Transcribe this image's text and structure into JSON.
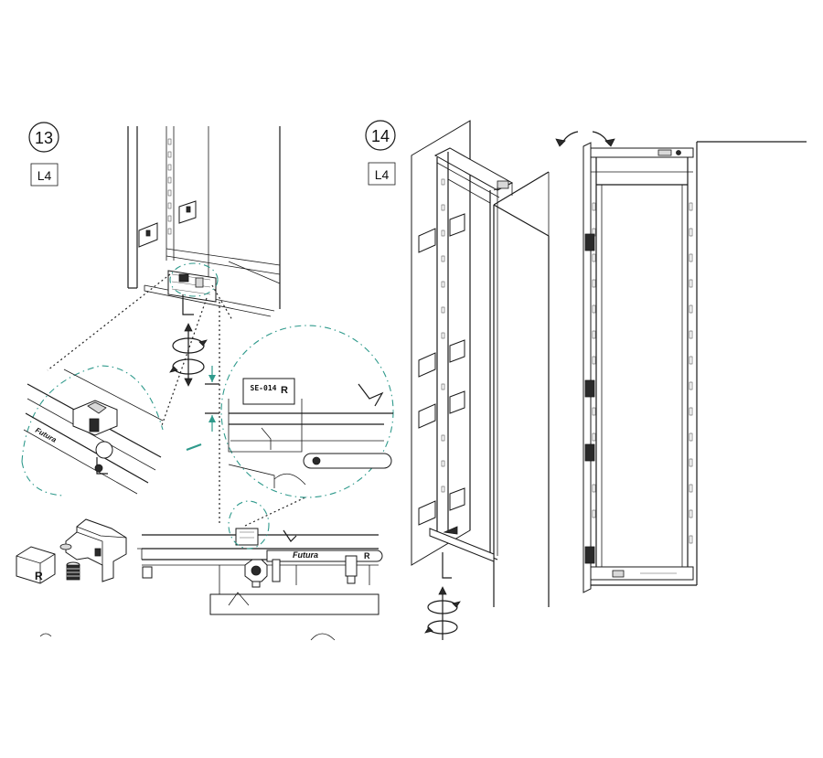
{
  "steps": [
    {
      "number": "13",
      "tool": "L4",
      "badge_text": "SE-014",
      "brand_text": "Futura",
      "mark": "R"
    },
    {
      "number": "14",
      "tool": "L4"
    }
  ],
  "colors": {
    "line": "#1a1a1a",
    "accent": "#2f9a8c",
    "background": "#ffffff"
  },
  "icons": [
    "allen-key-icon",
    "rotate-arrows-icon",
    "tilt-arrows-icon"
  ]
}
